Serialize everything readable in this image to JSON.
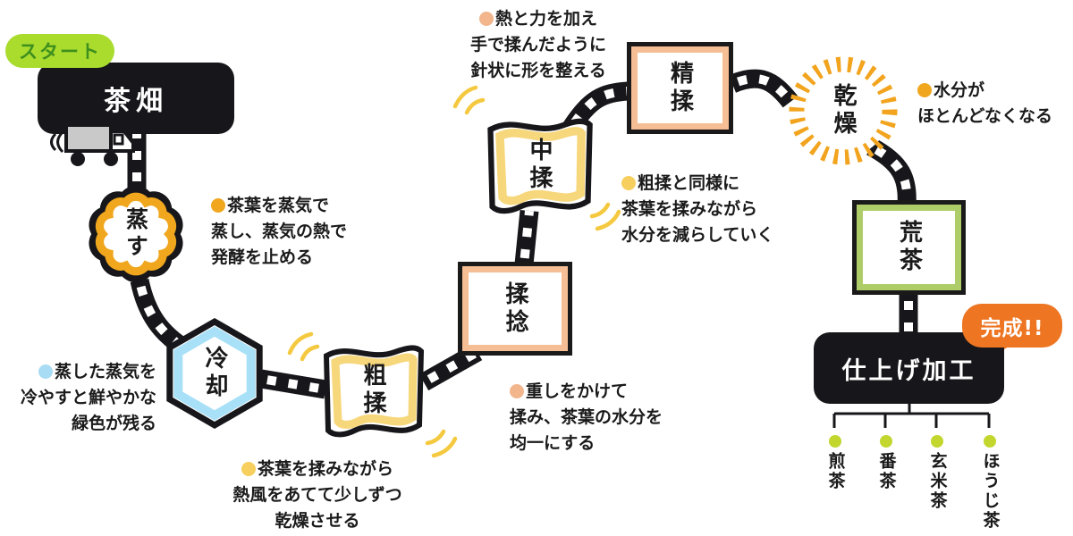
{
  "badges": {
    "start": "スタート",
    "finish": "完成!!"
  },
  "stations": {
    "field": "茶畑",
    "steam": "蒸す",
    "cool": "冷却",
    "rough": "粗揉",
    "knead": "揉捻",
    "mid": "中揉",
    "fine": "精揉",
    "dry": "乾燥",
    "crude": "荒茶",
    "finishing": "仕上げ加工"
  },
  "annotations": {
    "steam": {
      "bullet_color": "#F0A71E",
      "lines": [
        "茶葉を蒸気で",
        "蒸し、蒸気の熱で",
        "発酵を止める"
      ]
    },
    "cool": {
      "bullet_color": "#A8DCF5",
      "lines": [
        "蒸した蒸気を",
        "冷やすと鮮やかな",
        "緑色が残る"
      ]
    },
    "rough": {
      "bullet_color": "#F6CF5E",
      "lines": [
        "茶葉を揉みながら",
        "熱風をあてて少しずつ",
        "乾燥させる"
      ]
    },
    "knead": {
      "bullet_color": "#F2B58C",
      "lines": [
        "重しをかけて",
        "揉み、茶葉の水分を",
        "均一にする"
      ]
    },
    "fine": {
      "bullet_color": "#F2B58C",
      "lines": [
        "熱と力を加え",
        "手で揉んだように",
        "針状に形を整える"
      ]
    },
    "mid": {
      "bullet_color": "#F6CF5E",
      "lines": [
        "粗揉と同様に",
        "茶葉を揉みながら",
        "水分を減らしていく"
      ]
    },
    "dry": {
      "bullet_color": "#F0A71E",
      "lines": [
        "水分が",
        "ほとんどなくなる"
      ]
    }
  },
  "products": {
    "dot_color": "#C2D62E",
    "items": [
      "煎茶",
      "番茶",
      "玄米茶",
      "ほうじ茶"
    ]
  },
  "palette": {
    "film_black": "#17171b",
    "steam_orange": "#F0A71E",
    "cool_blue": "#A8E0F7",
    "flag_yellow": "#F7D77B",
    "knead_salmon": "#F5BE94",
    "dry_orange": "#F2A41E",
    "crude_green": "#AECD68",
    "start_green": "#AADC2E",
    "finish_orange": "#EE7522"
  }
}
